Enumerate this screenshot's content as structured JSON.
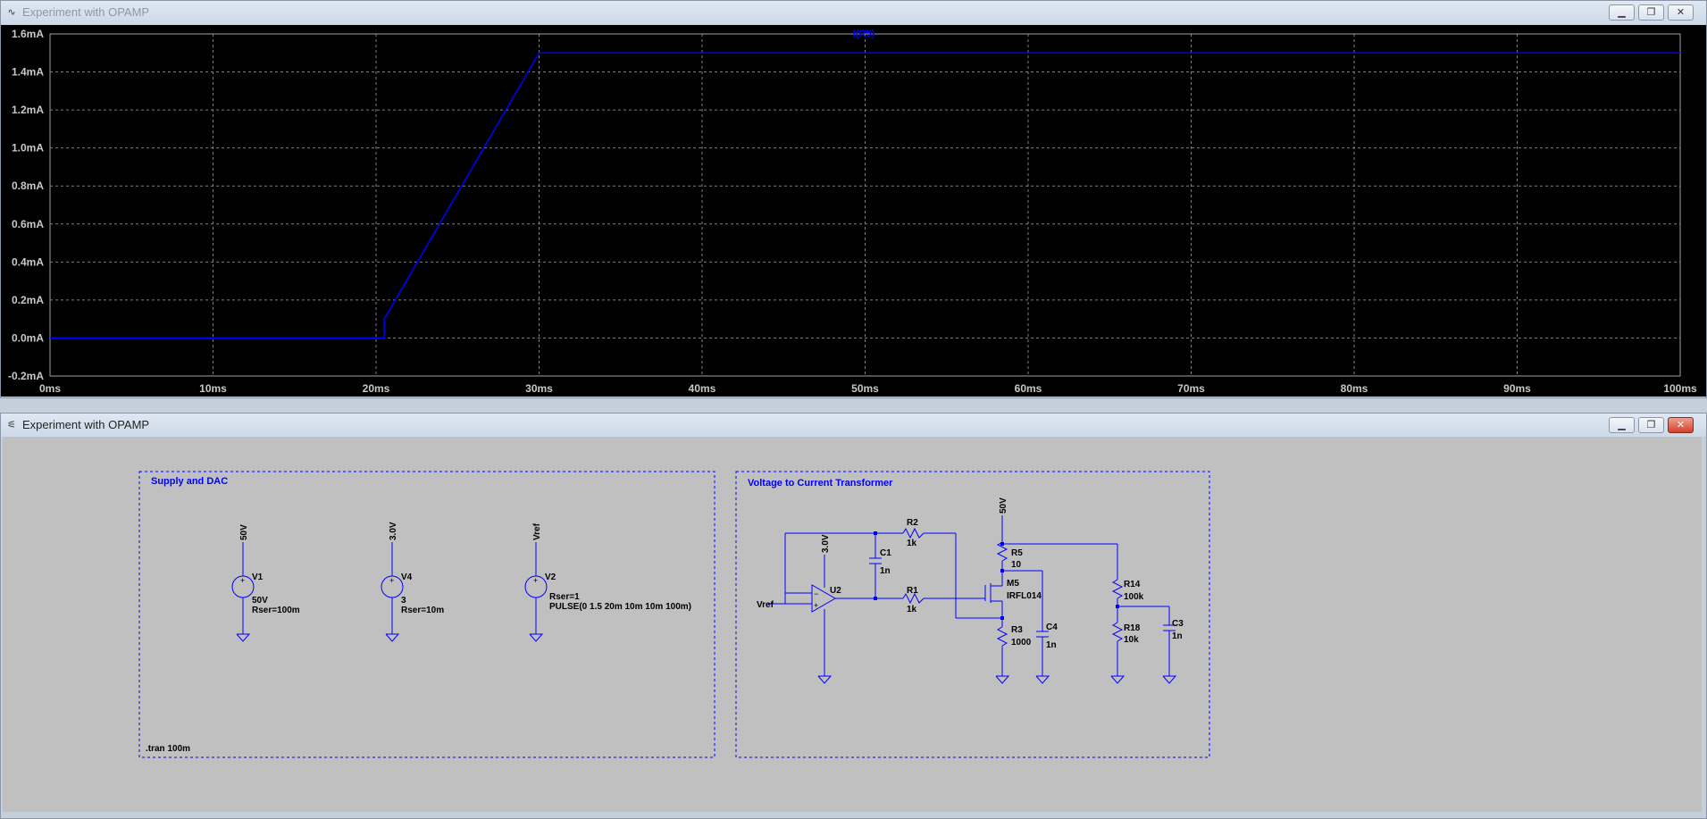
{
  "plot_window": {
    "title": "Experiment with OPAMP",
    "icon": "waveform-icon",
    "buttons": {
      "minimize": "minimize-icon",
      "maximize": "maximize-icon",
      "close": "close-icon"
    }
  },
  "schematic_window": {
    "title": "Experiment with OPAMP",
    "icon": "schematic-icon",
    "buttons": {
      "minimize": "minimize-icon",
      "maximize": "maximize-icon",
      "close": "close-icon"
    }
  },
  "chart_data": {
    "type": "line",
    "series": [
      {
        "name": "I(R5)",
        "color": "#0000ff",
        "x": [
          0,
          20,
          20.5,
          20.5,
          30,
          100
        ],
        "y": [
          0,
          0,
          0,
          0.1,
          1.5,
          1.5
        ]
      }
    ],
    "x_ticks": [
      "0ms",
      "10ms",
      "20ms",
      "30ms",
      "40ms",
      "50ms",
      "60ms",
      "70ms",
      "80ms",
      "90ms",
      "100ms"
    ],
    "y_ticks": [
      "1.6mA",
      "1.4mA",
      "1.2mA",
      "1.0mA",
      "0.8mA",
      "0.6mA",
      "0.4mA",
      "0.2mA",
      "0.0mA",
      "-0.2mA"
    ],
    "xlim": [
      0,
      100
    ],
    "ylim": [
      -0.2,
      1.6
    ],
    "grid": true,
    "colors": {
      "background": "#000000",
      "grid": "#808080",
      "trace": "#0000ff",
      "tick_text": "#c8c8c8"
    }
  },
  "schematic": {
    "colors": {
      "wire": "#0000ff",
      "text": "#000000",
      "box": "#0000ff",
      "background": "#c0c0c0"
    },
    "groups": {
      "supply": {
        "label": "Supply and DAC",
        "directive": ".tran 100m"
      },
      "v2i": {
        "label": "Voltage to Current Transformer"
      }
    },
    "supply_sources": [
      {
        "net": "50V",
        "name": "V1",
        "value": "50V",
        "param": "Rser=100m"
      },
      {
        "net": "3.0V",
        "name": "V4",
        "value": "3",
        "param": "Rser=10m"
      },
      {
        "net": "Vref",
        "name": "V2",
        "value": "Rser=1",
        "param": "PULSE(0 1.5 20m 10m 10m 100m)"
      }
    ],
    "components": {
      "u2": {
        "name": "U2",
        "supply": "3.0V",
        "input": "Vref"
      },
      "r2": {
        "name": "R2",
        "value": "1k"
      },
      "c1": {
        "name": "C1",
        "value": "1n"
      },
      "r1": {
        "name": "R1",
        "value": "1k"
      },
      "m5": {
        "name": "M5",
        "value": "IRFL014"
      },
      "r5": {
        "name": "R5",
        "value": "10",
        "supply": "50V"
      },
      "r3": {
        "name": "R3",
        "value": "1000"
      },
      "c4": {
        "name": "C4",
        "value": "1n"
      },
      "r14": {
        "name": "R14",
        "value": "100k"
      },
      "r18": {
        "name": "R18",
        "value": "10k"
      },
      "c3": {
        "name": "C3",
        "value": "1n"
      }
    }
  }
}
